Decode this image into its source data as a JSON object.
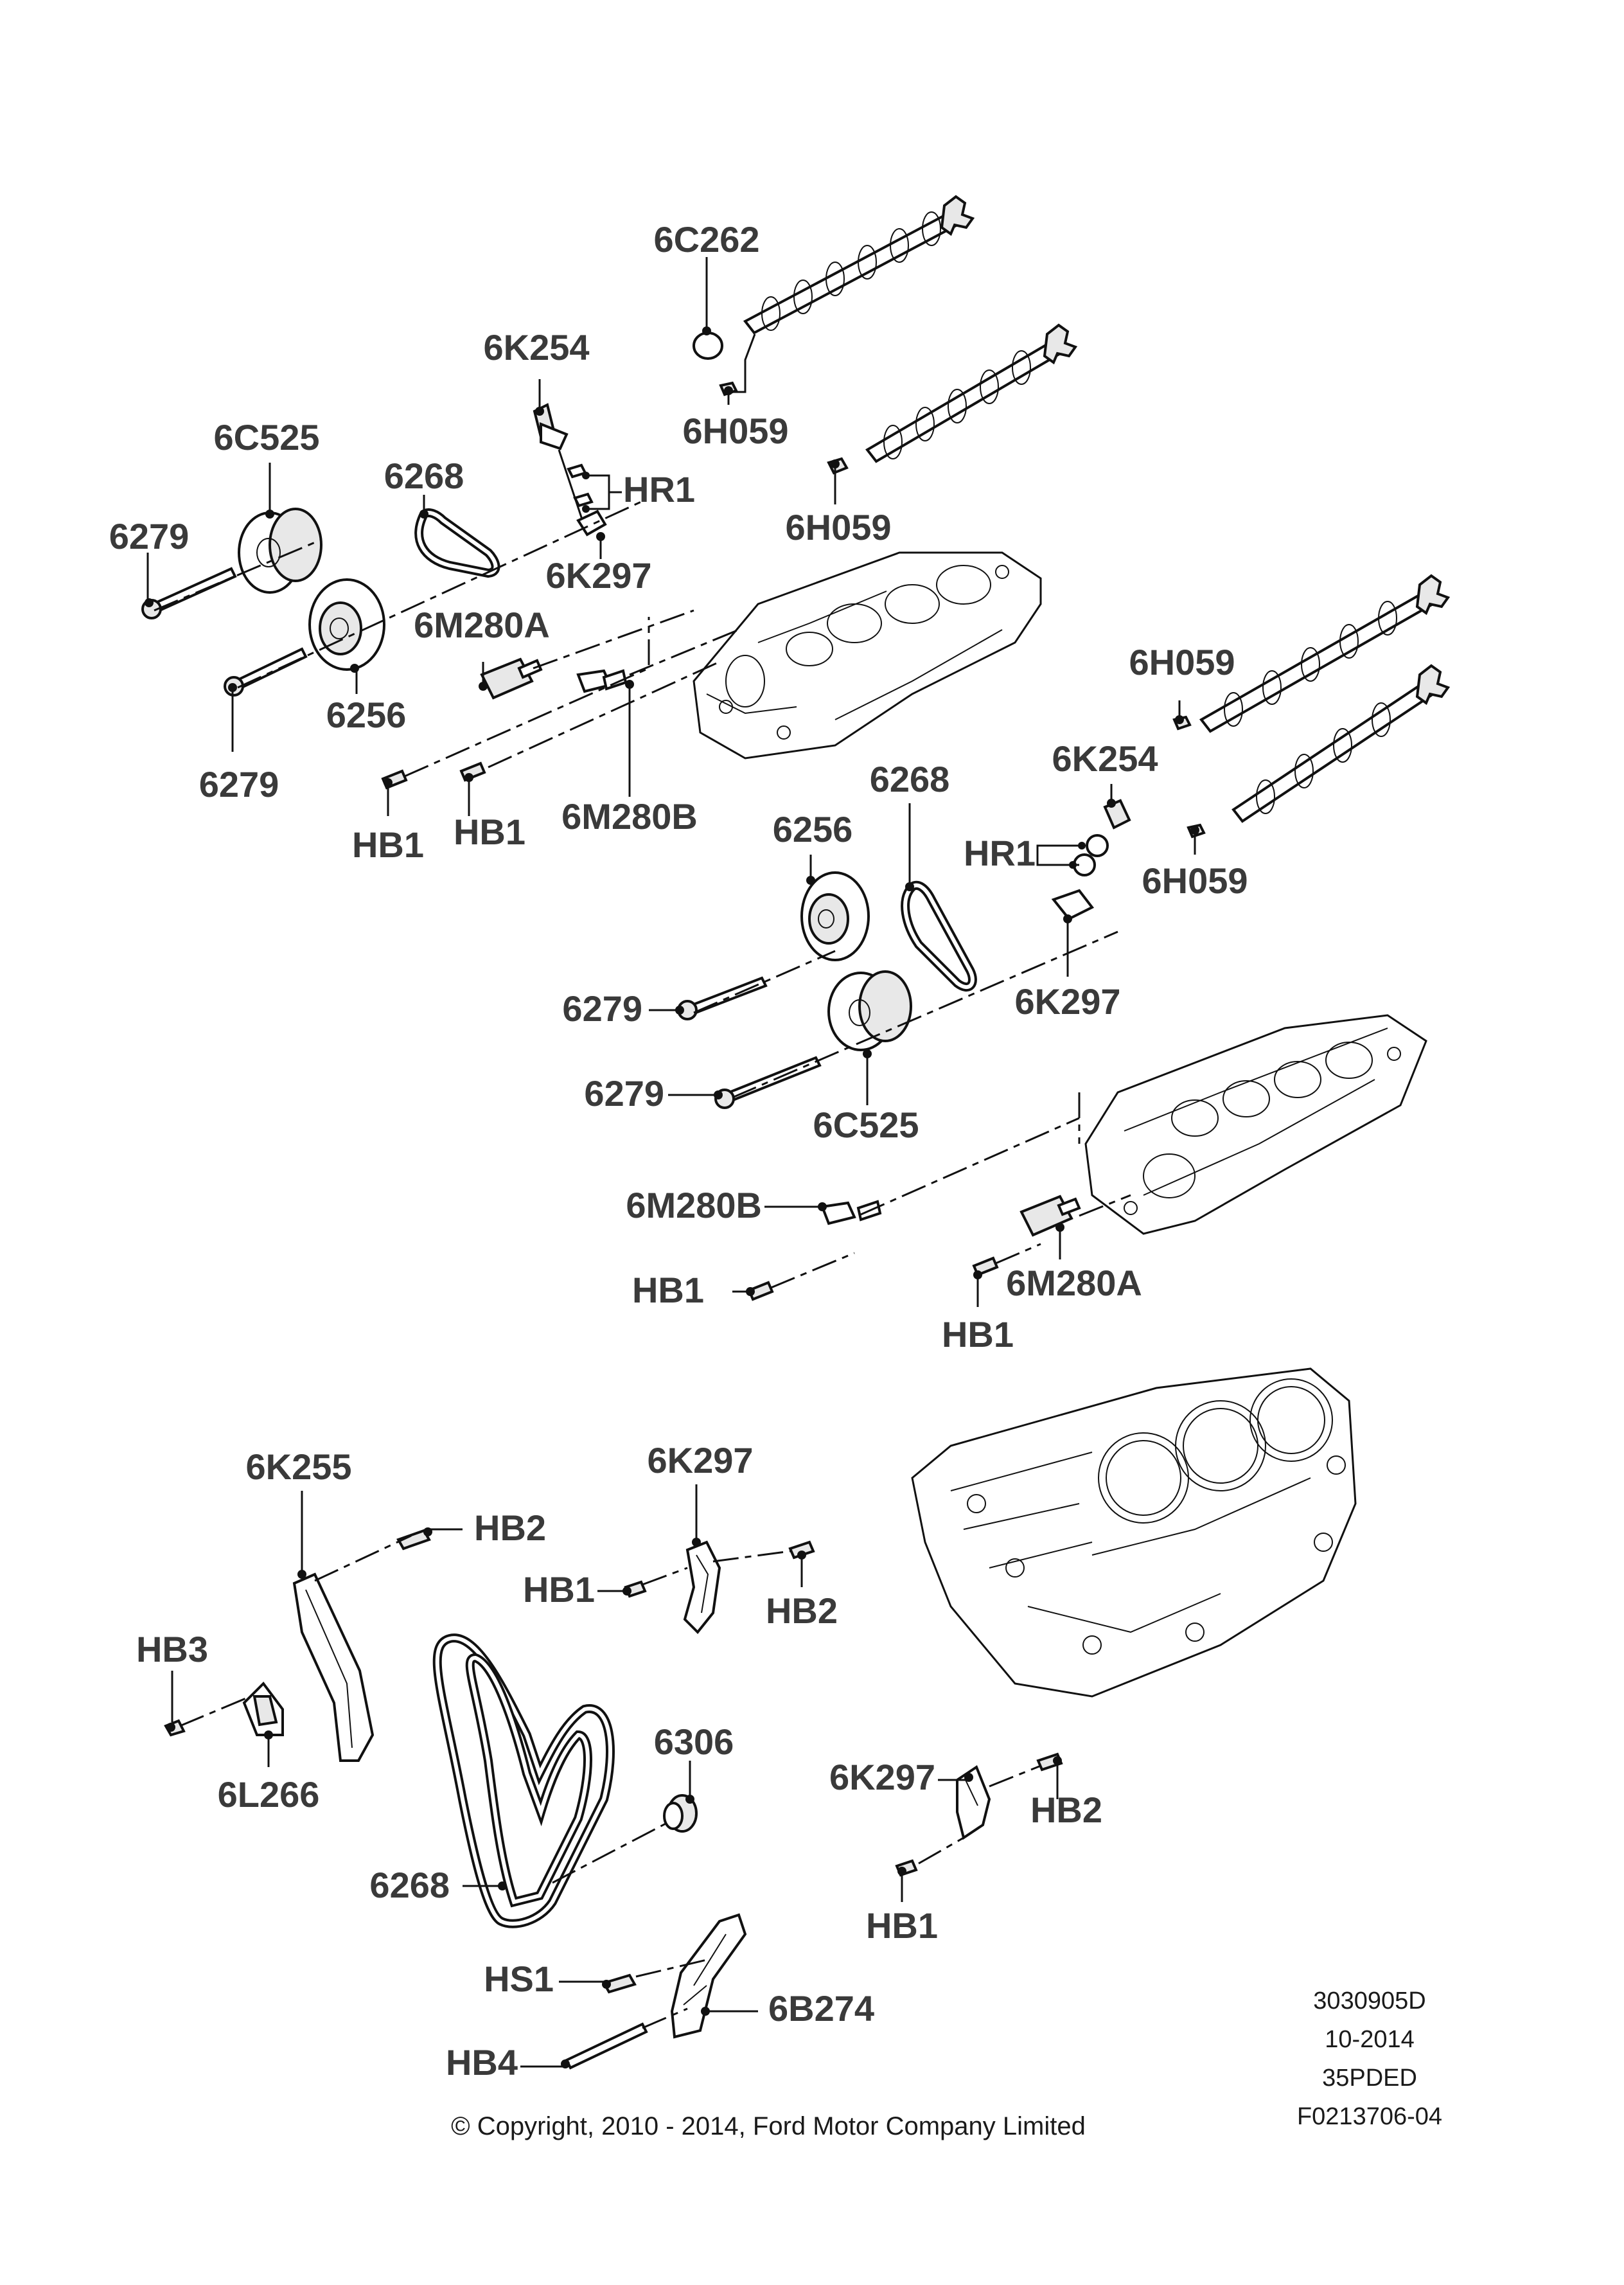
{
  "callouts": {
    "c_6C262_top": "6C262",
    "c_6K254_left": "6K254",
    "c_6H059_a": "6H059",
    "c_6C525_left": "6C525",
    "c_6268_left": "6268",
    "c_HR1_left": "HR1",
    "c_6279_a": "6279",
    "c_6H059_b": "6H059",
    "c_6K297_left": "6K297",
    "c_6M280A_left": "6M280A",
    "c_6256_left": "6256",
    "c_6279_b": "6279",
    "c_HB1_a": "HB1",
    "c_HB1_b": "HB1",
    "c_6M280B_left": "6M280B",
    "c_6H059_c": "6H059",
    "c_6K254_right": "6K254",
    "c_6268_right": "6268",
    "c_6256_right": "6256",
    "c_HR1_right": "HR1",
    "c_6H059_d": "6H059",
    "c_6K297_right": "6K297",
    "c_6279_c": "6279",
    "c_6279_d": "6279",
    "c_6C525_right": "6C525",
    "c_6M280B_right": "6M280B",
    "c_HB1_c": "HB1",
    "c_6M280A_right": "6M280A",
    "c_HB1_d": "HB1",
    "c_6K255": "6K255",
    "c_HB2_a": "HB2",
    "c_6K297_lower": "6K297",
    "c_HB1_e": "HB1",
    "c_HB2_b": "HB2",
    "c_HB3": "HB3",
    "c_6L266": "6L266",
    "c_6306": "6306",
    "c_6K297_bottom": "6K297",
    "c_HB2_c": "HB2",
    "c_6268_bottom": "6268",
    "c_HB1_f": "HB1",
    "c_HS1": "HS1",
    "c_6B274": "6B274",
    "c_HB4": "HB4"
  },
  "meta": {
    "ref": "3030905D",
    "date": "10-2014",
    "code": "35PDED",
    "fig": "F0213706-04"
  },
  "copyright": "© Copyright, 2010 - 2014, Ford Motor Company Limited"
}
